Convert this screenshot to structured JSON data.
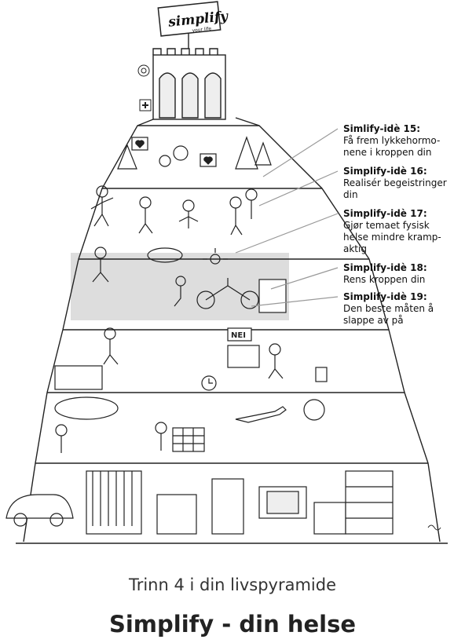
{
  "logo": {
    "main": "simplify",
    "tag": "your life"
  },
  "tier_labels": {
    "nei": "NEI"
  },
  "ideas": [
    {
      "title": "Simlify-idè 15:",
      "body": "Få frem lykkehormo-\nnene i kroppen din"
    },
    {
      "title": "Simplify-idè 16:",
      "body": "Realisér begeistringer\ndin"
    },
    {
      "title": "Simplify-idè 17:",
      "body": "Gjør temaet fysisk\nhelse mindre kramp-\naktig"
    },
    {
      "title": "Simplify-idè 18:",
      "body": "Rens kroppen din"
    },
    {
      "title": "Simplify-idè 19:",
      "body": "Den beste måten å\nslappe av på"
    }
  ],
  "caption": {
    "subtitle": "Trinn 4 i din livspyramide",
    "title": "Simplify - din helse"
  },
  "colors": {
    "highlight": "#dddddd",
    "ink": "#222222"
  }
}
